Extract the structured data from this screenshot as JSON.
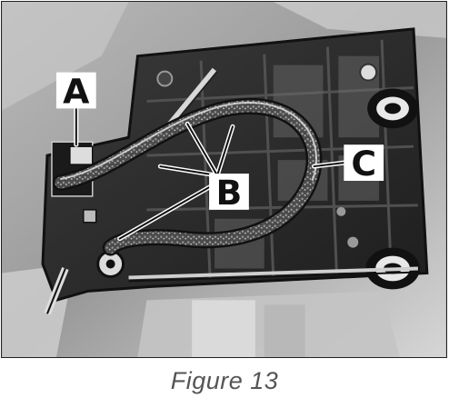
{
  "figure": {
    "caption": "Figure 13",
    "callouts": {
      "a": "A",
      "b": "B",
      "c": "C"
    }
  }
}
